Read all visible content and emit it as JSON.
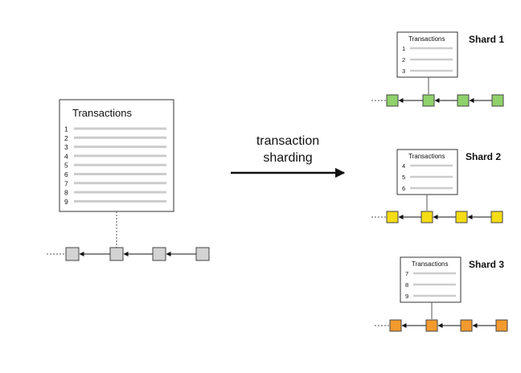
{
  "main": {
    "title": "Transactions",
    "rows": [
      "1",
      "2",
      "3",
      "4",
      "5",
      "6",
      "7",
      "8",
      "9"
    ],
    "block_color": "#d3d3d3"
  },
  "arrow_label": [
    "transaction",
    "sharding"
  ],
  "shards": [
    {
      "label": "Shard 1",
      "title": "Transactions",
      "rows": [
        "1",
        "2",
        "3"
      ],
      "block_color": "#8fd16a"
    },
    {
      "label": "Shard 2",
      "title": "Transactions",
      "rows": [
        "4",
        "5",
        "6"
      ],
      "block_color": "#f5dc14"
    },
    {
      "label": "Shard 3",
      "title": "Transactions",
      "rows": [
        "7",
        "8",
        "9"
      ],
      "block_color": "#f29a2e"
    }
  ],
  "colors": {
    "line": "#cccccc",
    "stroke": "#333333",
    "text": "#111111"
  }
}
